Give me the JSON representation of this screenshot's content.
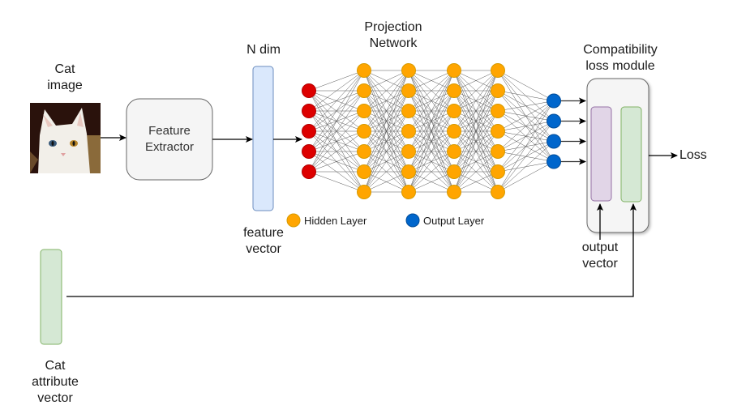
{
  "labels": {
    "cat_image": "Cat\nimage",
    "feature_extractor": "Feature\nExtractor",
    "n_dim": "N dim",
    "feature_vector": "feature\nvector",
    "projection_network": "Projection\nNetwork",
    "compat_module": "Compatibility\nloss module",
    "loss": "Loss",
    "output_vector": "output\nvector",
    "cat_attribute_vector": "Cat\nattribute\nvector"
  },
  "legend": [
    {
      "label": "Hidden Layer",
      "color": "#FFA500"
    },
    {
      "label": "Output Layer",
      "color": "#0066CC"
    }
  ],
  "network": {
    "layers": [
      {
        "role": "input",
        "nodes": 5,
        "color": "#DD0000"
      },
      {
        "role": "hidden",
        "nodes": 7,
        "color": "#FFA500"
      },
      {
        "role": "hidden",
        "nodes": 7,
        "color": "#FFA500"
      },
      {
        "role": "hidden",
        "nodes": 7,
        "color": "#FFA500"
      },
      {
        "role": "hidden",
        "nodes": 7,
        "color": "#FFA500"
      },
      {
        "role": "output",
        "nodes": 4,
        "color": "#0066CC"
      }
    ]
  },
  "colors": {
    "feature_vector_fill": "#DAE8FC",
    "feature_vector_stroke": "#6C8EBF",
    "output_vector_fill": "#E1D5E7",
    "output_vector_stroke": "#9673A6",
    "attribute_vector_fill": "#D5E8D4",
    "attribute_vector_stroke": "#82B366",
    "box_fill": "#F5F5F5",
    "box_stroke": "#666666"
  }
}
